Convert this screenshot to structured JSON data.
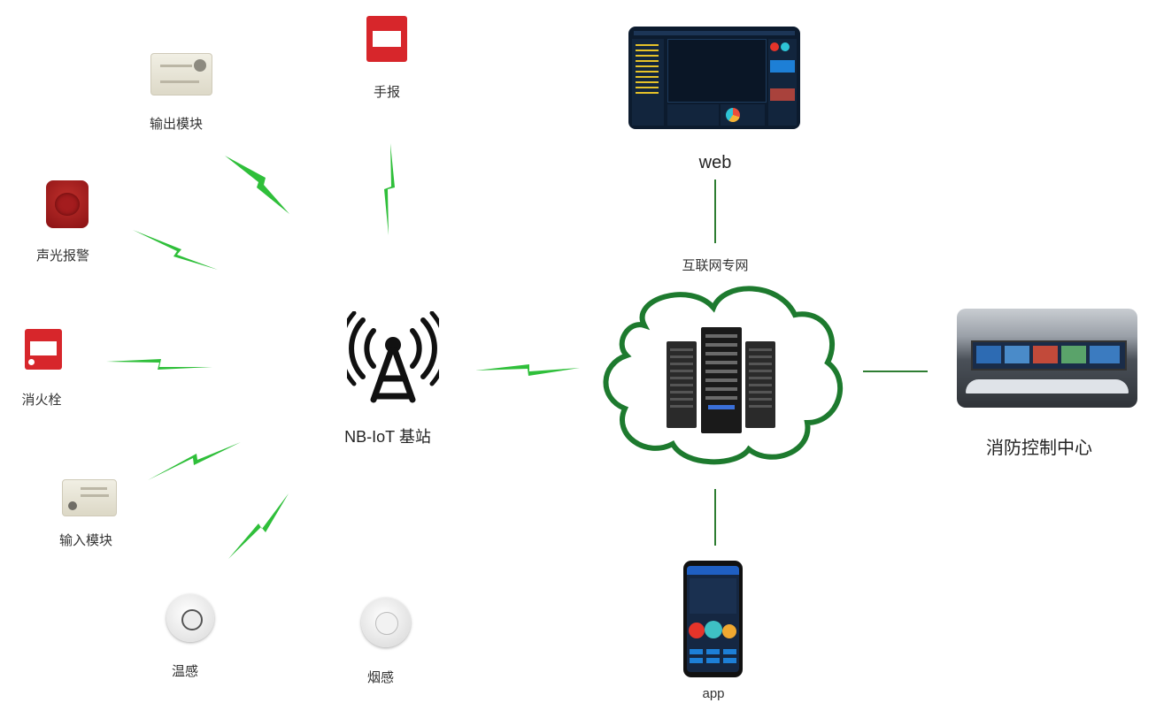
{
  "nodes": {
    "output_module": {
      "label": "输出模块"
    },
    "manual_alarm": {
      "label": "手报"
    },
    "sound_light_alarm": {
      "label": "声光报警"
    },
    "hydrant": {
      "label": "消火栓"
    },
    "input_module": {
      "label": "输入模块"
    },
    "temp_sensor": {
      "label": "温感"
    },
    "smoke_sensor": {
      "label": "烟感"
    },
    "base_station": {
      "label": "NB-IoT 基站"
    },
    "web": {
      "label": "web"
    },
    "internet": {
      "label": "互联网专网"
    },
    "control_center": {
      "label": "消防控制中心"
    },
    "app": {
      "label": "app"
    }
  },
  "colors": {
    "lightning": "#2fbf3a",
    "cloud_stroke": "#1d7a2e",
    "line": "#2e7d32"
  }
}
